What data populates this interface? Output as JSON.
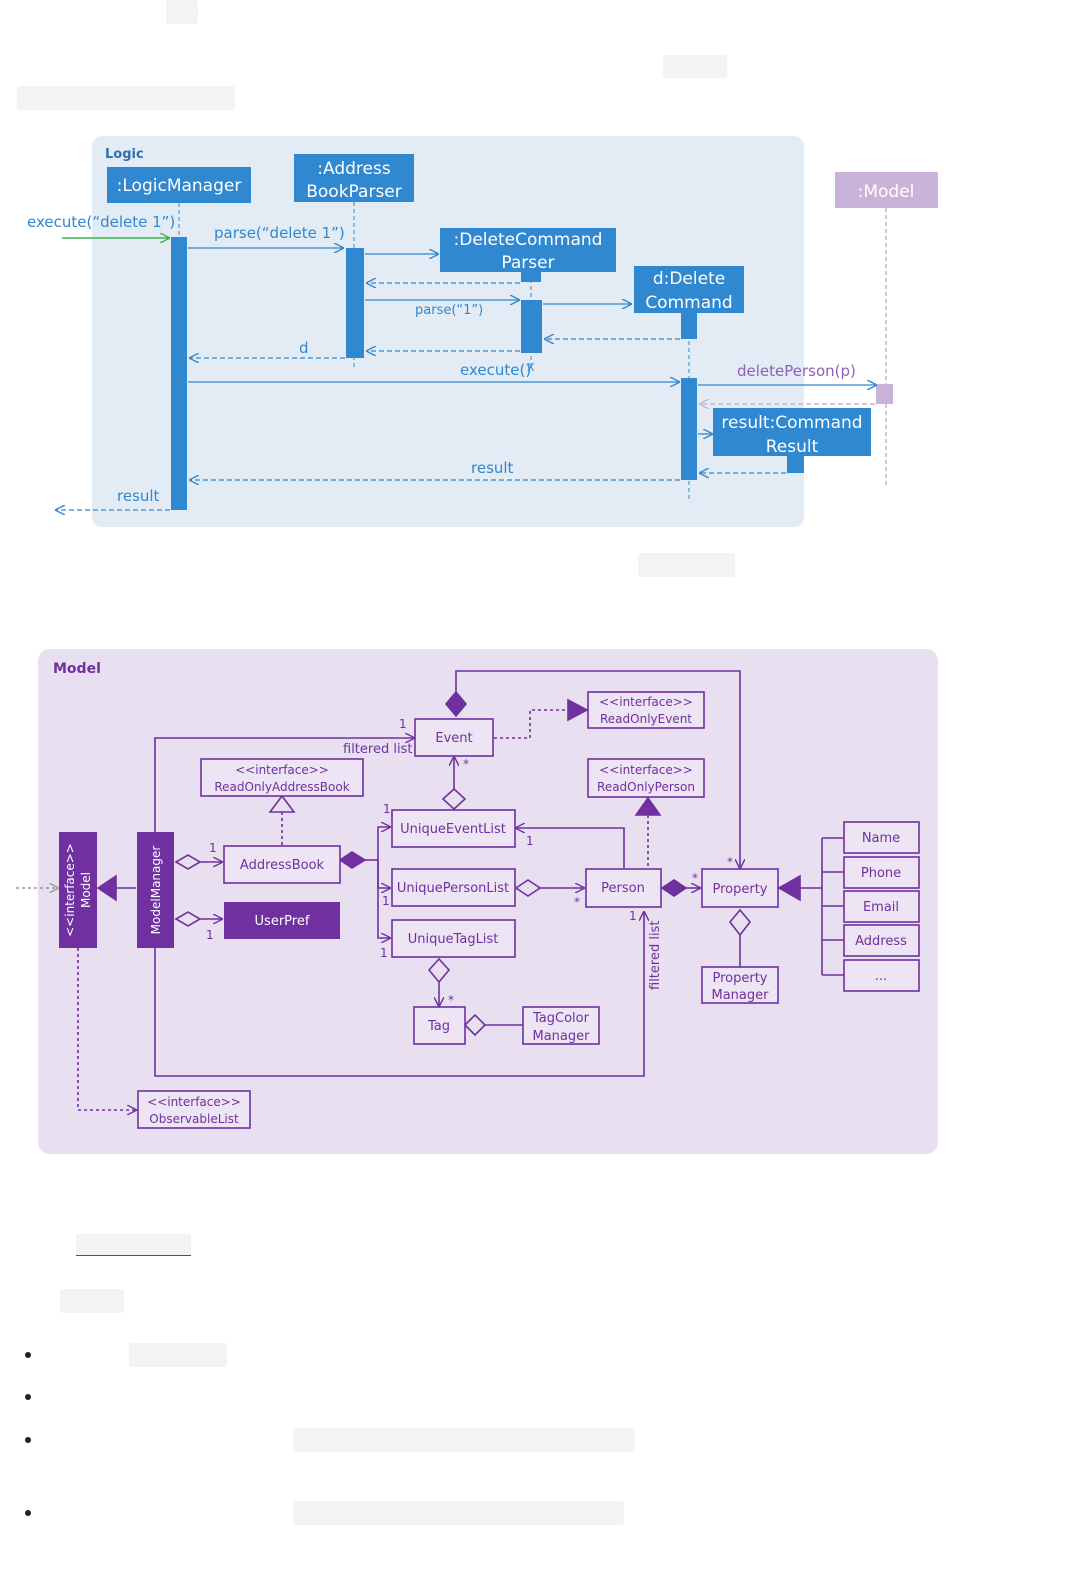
{
  "sequence": {
    "frame_label": "Logic",
    "lifelines": {
      "logic_manager": ":LogicManager",
      "parser_line1": ":Address",
      "parser_line2": "BookParser",
      "dcp_line1": ":DeleteCommand",
      "dcp_line2": "Parser",
      "dc_line1": "d:Delete",
      "dc_line2": "Command",
      "model": ":Model",
      "result_line1": "result:Command",
      "result_line2": "Result"
    },
    "messages": {
      "execute_in": "execute(“delete 1”)",
      "parse_in": "parse(“delete 1”)",
      "parse_1": "parse(“1”)",
      "return_d": "d",
      "execute": "execute()",
      "delete_person": "deletePerson(p)",
      "return_result": "result",
      "return_result_out": "result",
      "destroy_mark": "X"
    },
    "colors": {
      "frame": "#e3ebf5",
      "box": "#2f88d0",
      "model_box": "#c9b3d9",
      "arrow": "#2f88d0",
      "call_in": "#39b54a",
      "model_call": "#8e5fb8"
    }
  },
  "class_diagram": {
    "frame_label": "Model",
    "boxes": {
      "model_if_line1": "<<interface>>",
      "model_if_line2": "Model",
      "model_manager": "ModelManager",
      "event": "Event",
      "ro_event_line1": "<<interface>>",
      "ro_event_line2": "ReadOnlyEvent",
      "ro_address_book_line1": "<<interface>>",
      "ro_address_book_line2": "ReadOnlyAddressBook",
      "ro_person_line1": "<<interface>>",
      "ro_person_line2": "ReadOnlyPerson",
      "address_book": "AddressBook",
      "user_pref": "UserPref",
      "unique_event_list": "UniqueEventList",
      "unique_person_list": "UniquePersonList",
      "unique_tag_list": "UniqueTagList",
      "person": "Person",
      "property": "Property",
      "property_manager_line1": "Property",
      "property_manager_line2": "Manager",
      "tag": "Tag",
      "tag_color_manager_line1": "TagColor",
      "tag_color_manager_line2": "Manager",
      "observable_line1": "<<interface>>",
      "observable_line2": "ObservableList",
      "name": "Name",
      "phone": "Phone",
      "email": "Email",
      "address": "Address",
      "more": "..."
    },
    "labels": {
      "filtered_list_1": "filtered list",
      "filtered_list_2": "filtered list",
      "one": "1",
      "many": "*"
    },
    "colors": {
      "frame": "#e8dff0",
      "stroke": "#7030a0",
      "box_fill": "#ede4f4",
      "dark_fill": "#7030a0"
    }
  }
}
